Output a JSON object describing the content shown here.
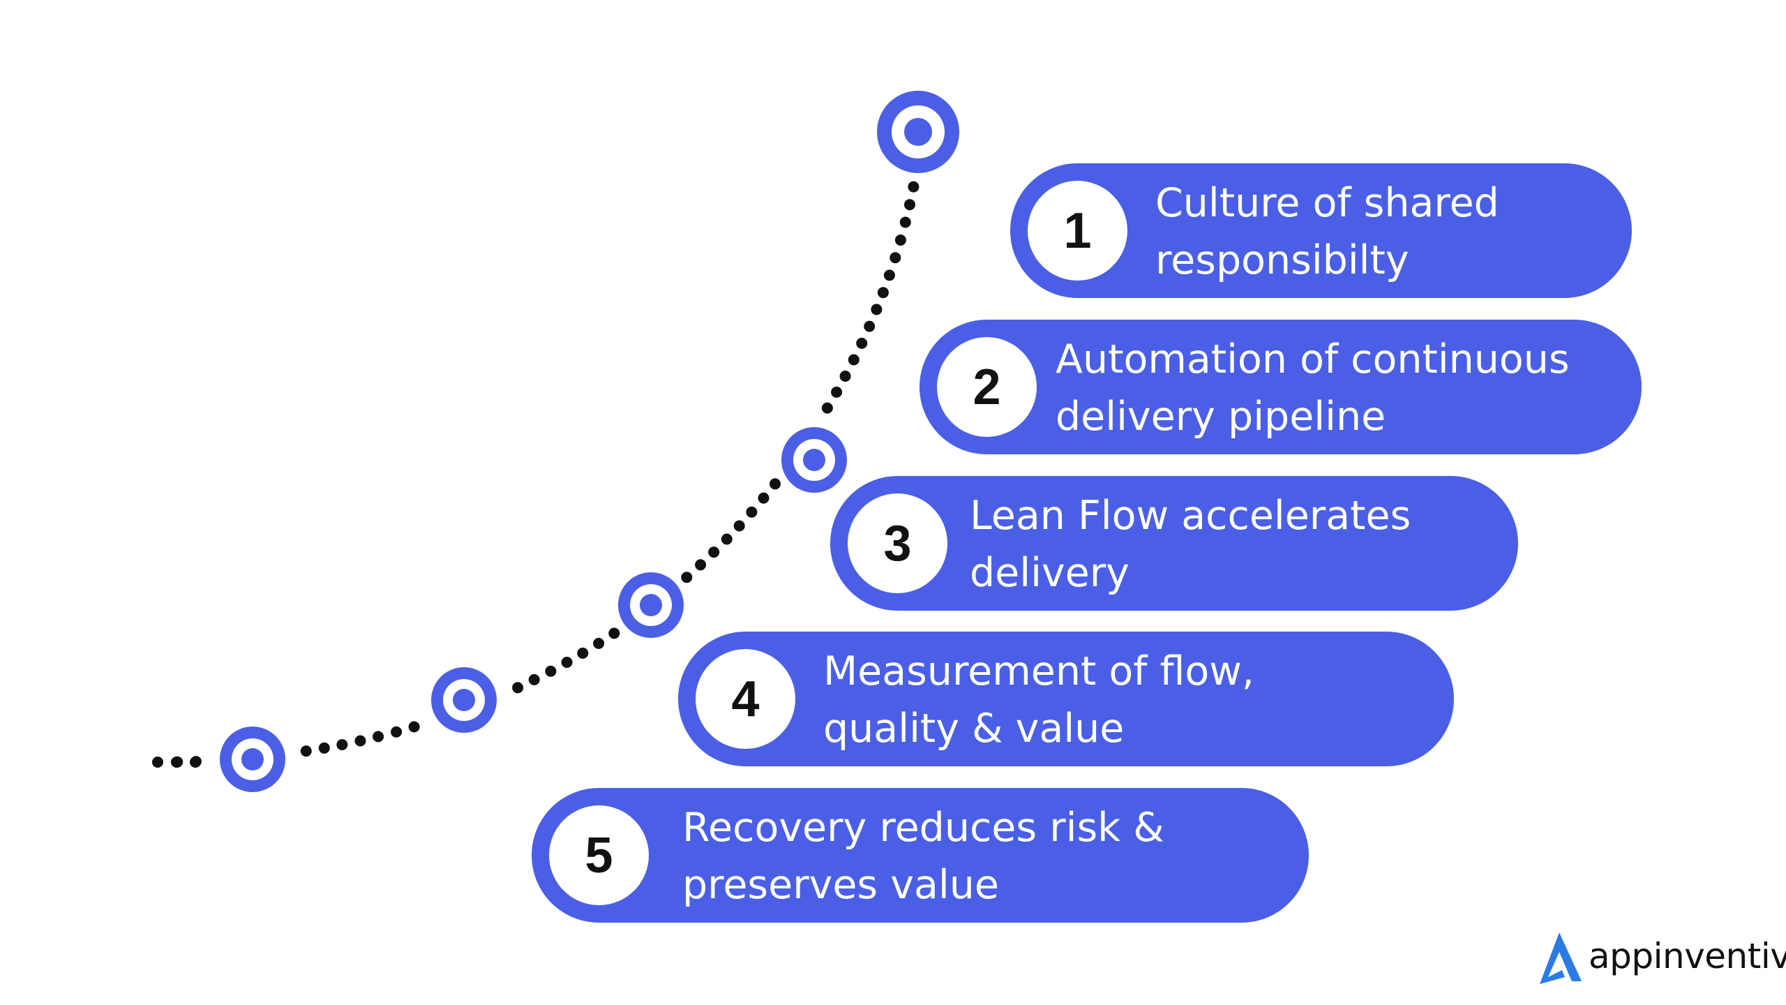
{
  "colors": {
    "accent": "#4A5FE6",
    "pill_background": "#4A5FE6",
    "number_circle": "#FFFFFF",
    "number_text": "#111111",
    "step_text": "#FFFFFF",
    "dots": "#111111",
    "logo_accent": "#2B7BE4"
  },
  "steps": [
    {
      "number": "1",
      "line1": "Culture of shared",
      "line2": "responsibilty"
    },
    {
      "number": "2",
      "line1": "Automation of continuous",
      "line2": "delivery pipeline"
    },
    {
      "number": "3",
      "line1": "Lean Flow accelerates",
      "line2": "delivery"
    },
    {
      "number": "4",
      "line1": "Measurement of flow,",
      "line2": "quality & value"
    },
    {
      "number": "5",
      "line1": "Recovery reduces risk &",
      "line2": "preserves value"
    }
  ],
  "logo": {
    "text": "appinventiv",
    "icon": "appinventiv-logo-mark-icon"
  }
}
